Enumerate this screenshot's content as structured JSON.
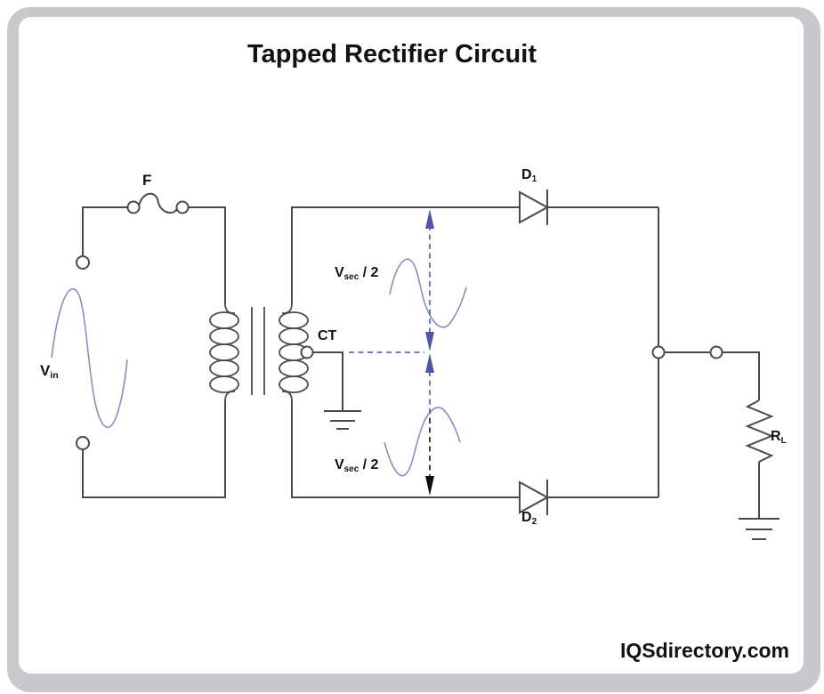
{
  "title": "Tapped Rectifier Circuit",
  "watermark": "IQSdirectory.com",
  "labels": {
    "fuse": "F",
    "vin": {
      "base": "V",
      "sub": "in"
    },
    "center_tap": "CT",
    "vsec_top": {
      "base": "V",
      "sub": "sec",
      "rest": " / 2"
    },
    "vsec_bottom": {
      "base": "V",
      "sub": "sec",
      "rest": " / 2"
    },
    "diode1": {
      "base": "D",
      "sub": "1"
    },
    "diode2": {
      "base": "D",
      "sub": "2"
    },
    "load_resistor": {
      "base": "R",
      "sub": "L"
    }
  },
  "colors": {
    "wire": "#4a4a4c",
    "accent_blue": "#4e56a5",
    "sine_blue": "#7e88c2",
    "arrow_black": "#0f0f0f",
    "frame_gray": "#c8c9cc",
    "text": "#111111"
  }
}
